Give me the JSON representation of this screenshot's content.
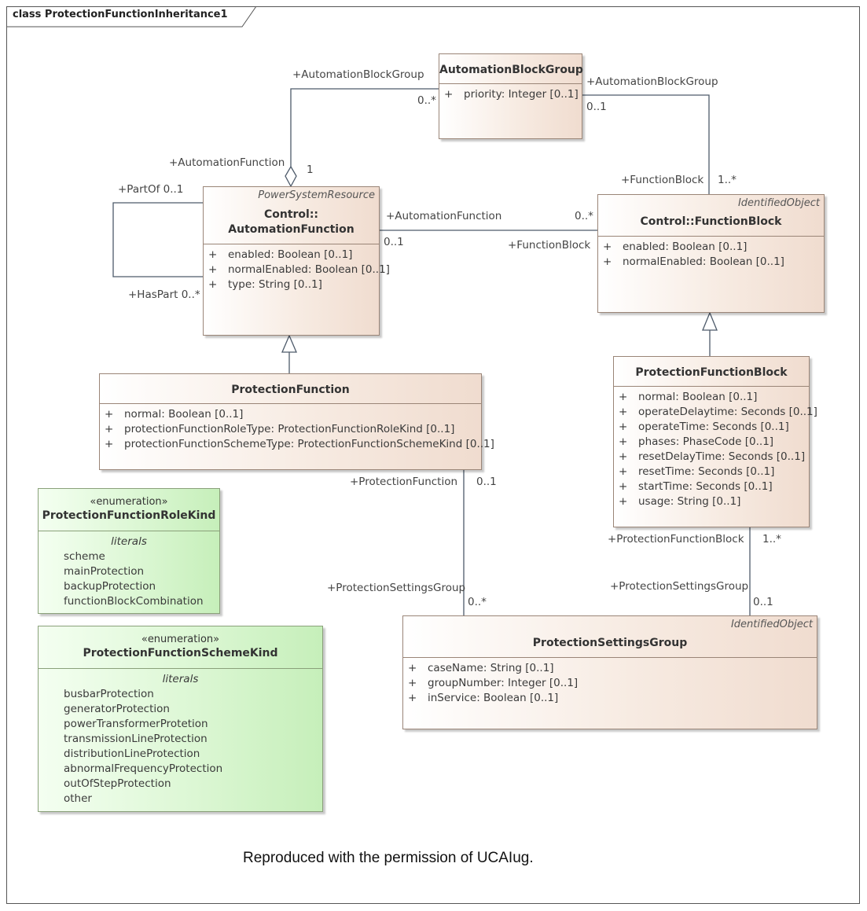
{
  "diagram": {
    "title": "class ProtectionFunctionInheritance1",
    "caption": "Reproduced with the permission of UCAIug."
  },
  "classes": {
    "automation_block_group": {
      "name": "AutomationBlockGroup",
      "attributes": [
        {
          "vis": "+",
          "text": "priority: Integer [0..1]"
        }
      ]
    },
    "automation_function": {
      "stereotype": "PowerSystemResource",
      "name_line1": "Control::",
      "name_line2": "AutomationFunction",
      "attributes": [
        {
          "vis": "+",
          "text": "enabled: Boolean [0..1]"
        },
        {
          "vis": "+",
          "text": "normalEnabled: Boolean [0..1]"
        },
        {
          "vis": "+",
          "text": "type: String [0..1]"
        }
      ]
    },
    "function_block": {
      "stereotype": "IdentifiedObject",
      "name": "Control::FunctionBlock",
      "attributes": [
        {
          "vis": "+",
          "text": "enabled: Boolean [0..1]"
        },
        {
          "vis": "+",
          "text": "normalEnabled: Boolean [0..1]"
        }
      ]
    },
    "protection_function": {
      "name": "ProtectionFunction",
      "attributes": [
        {
          "vis": "+",
          "text": "normal: Boolean [0..1]"
        },
        {
          "vis": "+",
          "text": "protectionFunctionRoleType: ProtectionFunctionRoleKind [0..1]"
        },
        {
          "vis": "+",
          "text": "protectionFunctionSchemeType: ProtectionFunctionSchemeKind [0..1]"
        }
      ]
    },
    "protection_function_block": {
      "name": "ProtectionFunctionBlock",
      "attributes": [
        {
          "vis": "+",
          "text": "normal: Boolean [0..1]"
        },
        {
          "vis": "+",
          "text": "operateDelaytime: Seconds [0..1]"
        },
        {
          "vis": "+",
          "text": "operateTime: Seconds [0..1]"
        },
        {
          "vis": "+",
          "text": "phases: PhaseCode [0..1]"
        },
        {
          "vis": "+",
          "text": "resetDelayTime: Seconds [0..1]"
        },
        {
          "vis": "+",
          "text": "resetTime: Seconds [0..1]"
        },
        {
          "vis": "+",
          "text": "startTime: Seconds [0..1]"
        },
        {
          "vis": "+",
          "text": "usage: String [0..1]"
        }
      ]
    },
    "protection_settings_group": {
      "stereotype": "IdentifiedObject",
      "name": "ProtectionSettingsGroup",
      "attributes": [
        {
          "vis": "+",
          "text": "caseName: String [0..1]"
        },
        {
          "vis": "+",
          "text": "groupNumber: Integer [0..1]"
        },
        {
          "vis": "+",
          "text": "inService: Boolean [0..1]"
        }
      ]
    }
  },
  "enums": {
    "role_kind": {
      "stereotype": "«enumeration»",
      "name": "ProtectionFunctionRoleKind",
      "section": "literals",
      "literals": [
        "scheme",
        "mainProtection",
        "backupProtection",
        "functionBlockCombination"
      ]
    },
    "scheme_kind": {
      "stereotype": "«enumeration»",
      "name": "ProtectionFunctionSchemeKind",
      "section": "literals",
      "literals": [
        "busbarProtection",
        "generatorProtection",
        "powerTransformerProtetion",
        "transmissionLineProtection",
        "distributionLineProtection",
        "abnormalFrequencyProtection",
        "outOfStepProtection",
        "other"
      ]
    }
  },
  "labels": {
    "abg_left_role": "+AutomationBlockGroup",
    "abg_left_mult": "0..*",
    "abg_right_role": "+AutomationBlockGroup",
    "abg_right_mult": "0..1",
    "af_top_role": "+AutomationFunction",
    "af_top_mult": "1",
    "fb_top_role": "+FunctionBlock",
    "fb_top_mult": "1..*",
    "partof": "+PartOf 0..1",
    "haspart": "+HasPart 0..*",
    "af_fb_role_af": "+AutomationFunction",
    "af_fb_mult_af": "0..1",
    "af_fb_mult_fb": "0..*",
    "af_fb_role_fb": "+FunctionBlock",
    "pf_role": "+ProtectionFunction",
    "pf_mult": "0..1",
    "pf_psg_role": "+ProtectionSettingsGroup",
    "pf_psg_mult": "0..*",
    "pfb_role": "+ProtectionFunctionBlock",
    "pfb_mult": "1..*",
    "pfb_psg_role": "+ProtectionSettingsGroup",
    "pfb_psg_mult": "0..1"
  }
}
